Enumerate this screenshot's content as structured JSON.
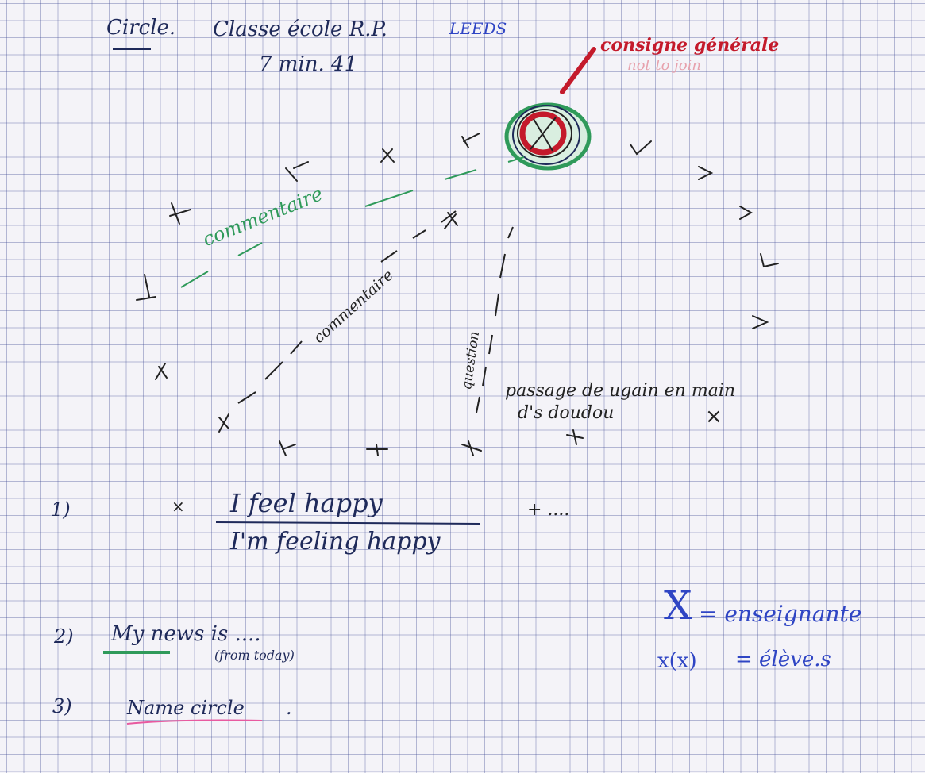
{
  "header": {
    "circle": "Circle.",
    "classe": "Classe école R.P.",
    "school": "LEEDS",
    "duration": "7 min. 41"
  },
  "consigne": {
    "label": "consigne générale",
    "faded": "not to join"
  },
  "diagram": {
    "commentaire_green": "commentaire",
    "commentaire_black": "commentaire",
    "question": "question",
    "passage_line1": "passage de ugain en main",
    "passage_line2": "d's doudou"
  },
  "list": {
    "n1": "1)",
    "i1a": "I feel happy",
    "i1b": "I'm feeling happy",
    "i1c": "+ ....",
    "n2": "2)",
    "i2a": "My news is ....",
    "i2b": "(from today)",
    "n3": "3)",
    "i3": "Name circle",
    "i3dot": "."
  },
  "legend": {
    "teacher_symbol": "X",
    "teacher_label": "= enseignante",
    "students_symbol": "x(x)",
    "students_label": "= élève.s"
  },
  "colors": {
    "ink": "#1f2a5a",
    "blue": "#2f45c4",
    "red": "#c41a2b",
    "green": "#2f9a5a",
    "pink": "#e85aa0"
  }
}
